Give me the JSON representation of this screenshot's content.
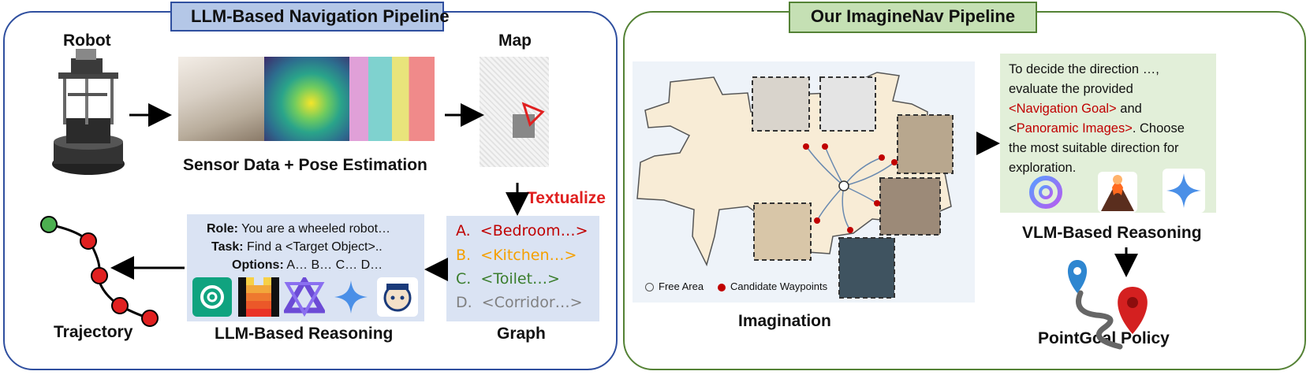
{
  "left_panel": {
    "title": "LLM-Based Navigation Pipeline",
    "robot_label": "Robot",
    "sensor_label": "Sensor Data + Pose Estimation",
    "map_label": "Map",
    "textualize_label": "Textualize",
    "graph_label": "Graph",
    "graph_options": [
      {
        "letter": "A.",
        "text": "<Bedroom…>",
        "color": "#c00000"
      },
      {
        "letter": "B.",
        "text": "<Kitchen…>",
        "color": "#f5a000"
      },
      {
        "letter": "C.",
        "text": "<Toilet…>",
        "color": "#3a7d2c"
      },
      {
        "letter": "D.",
        "text": "<Corridor…>",
        "color": "#808080"
      }
    ],
    "prompt": {
      "role_key": "Role:",
      "role_val": " You are a wheeled robot…",
      "task_key": "Task:",
      "task_val": " Find a <Target Object>..",
      "options_key": "Options:",
      "options_val": " A… B… C… D…"
    },
    "llm_label": "LLM-Based Reasoning",
    "trajectory_label": "Trajectory",
    "model_icons": [
      "chatgpt-icon",
      "mistral-icon",
      "qwen-icon",
      "gemini-icon",
      "deepseek-icon"
    ]
  },
  "right_panel": {
    "title": "Our ImagineNav Pipeline",
    "legend_free": "Free Area",
    "legend_waypoints": "Candidate Waypoints",
    "imagination_label": "Imagination",
    "vlm_text": {
      "line1": "To decide the direction …,",
      "line2": "evaluate the provided",
      "nav_goal": "<Navigation Goal>",
      "and": " and",
      "lt": "<",
      "pano": "Panoramic Images>",
      "choose": ". Choose",
      "line5": "the most suitable direction for",
      "line6": "exploration."
    },
    "vlm_label": "VLM-Based Reasoning",
    "policy_label": "PointGoal Policy",
    "model_icons": [
      "gpt4o-icon",
      "llava-icon",
      "gemini-icon"
    ]
  },
  "colors": {
    "left_border": "#2f4f9f",
    "left_title_bg": "#b4c7e7",
    "right_border": "#548235",
    "right_title_bg": "#c5e0b4",
    "prompt_bg": "#dae3f3",
    "vlm_bg": "#e2efd9",
    "waypoint_red": "#c00000",
    "free_area": "#f8ecd6"
  }
}
